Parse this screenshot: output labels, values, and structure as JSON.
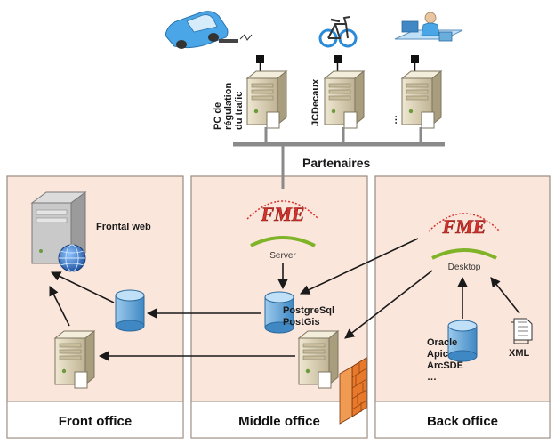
{
  "partners": {
    "items": [
      {
        "label_lines": [
          "PC de",
          "régulation",
          "du trafic"
        ]
      },
      {
        "label_lines": [
          "JCDecaux"
        ]
      },
      {
        "label_lines": [
          "…"
        ]
      }
    ],
    "bus_label": "Partenaires"
  },
  "zones": {
    "front": {
      "title": "Front office",
      "frontal_label": "Frontal web"
    },
    "middle": {
      "title": "Middle office",
      "fme_product": "Server",
      "db_lines": [
        "PostgreSql",
        "PostGis"
      ]
    },
    "back": {
      "title": "Back office",
      "fme_product": "Desktop",
      "db_lines": [
        "Oracle",
        "Apic",
        "ArcSDE",
        "…"
      ],
      "file_label": "XML"
    }
  },
  "colors": {
    "zone_fill": "#fbe6dc",
    "zone_border": "#9a8a80",
    "server_body": "#d8cfb4",
    "db_body": "#6aaedc",
    "fme_red": "#d6322b",
    "fme_green": "#7fb428",
    "firewall": "#e8782a"
  },
  "icons": [
    "car-icon",
    "bicycle-icon",
    "desk-user-icon",
    "fme-logo-icon",
    "server-icon",
    "database-icon",
    "globe-icon",
    "firewall-icon",
    "document-icon"
  ]
}
